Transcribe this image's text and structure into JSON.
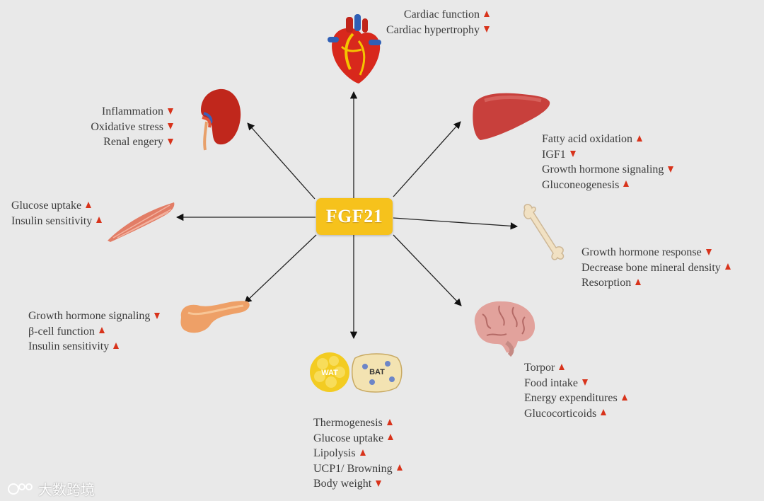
{
  "center": {
    "label": "FGF21"
  },
  "colors": {
    "center_box": "#f6c21c",
    "arrow_up": "#d8331b",
    "arrow_down": "#d8331b",
    "background": "#e9e9e9"
  },
  "groups": {
    "heart": {
      "organ": "heart-icon",
      "items": [
        {
          "text": "Cardiac function",
          "dir": "up"
        },
        {
          "text": "Cardiac hypertrophy",
          "dir": "down"
        }
      ]
    },
    "liver": {
      "organ": "liver-icon",
      "items": [
        {
          "text": "Fatty acid oxidation",
          "dir": "up"
        },
        {
          "text": "IGF1",
          "dir": "down"
        },
        {
          "text": "Growth hormone signaling",
          "dir": "down"
        },
        {
          "text": "Gluconeogenesis",
          "dir": "up"
        }
      ]
    },
    "kidney": {
      "organ": "kidney-icon",
      "items": [
        {
          "text": "Inflammation",
          "dir": "down"
        },
        {
          "text": "Oxidative stress",
          "dir": "down"
        },
        {
          "text": "Renal engery",
          "dir": "down"
        }
      ]
    },
    "muscle": {
      "organ": "muscle-icon",
      "items": [
        {
          "text": "Glucose uptake",
          "dir": "up"
        },
        {
          "text": "Insulin sensitivity",
          "dir": "up"
        }
      ]
    },
    "bone": {
      "organ": "bone-icon",
      "items": [
        {
          "text": "Growth hormone response",
          "dir": "down"
        },
        {
          "text": "Decrease bone mineral density",
          "dir": "up"
        },
        {
          "text": "Resorption",
          "dir": "up"
        }
      ]
    },
    "pancreas": {
      "organ": "pancreas-icon",
      "items": [
        {
          "text": "Growth hormone signaling",
          "dir": "down"
        },
        {
          "text": "β-cell function",
          "dir": "up"
        },
        {
          "text": "Insulin sensitivity",
          "dir": "up"
        }
      ]
    },
    "brain": {
      "organ": "brain-icon",
      "items": [
        {
          "text": "Torpor",
          "dir": "up"
        },
        {
          "text": "Food intake",
          "dir": "down"
        },
        {
          "text": "Energy expenditures",
          "dir": "up"
        },
        {
          "text": "Glucocorticoids",
          "dir": "up"
        }
      ]
    },
    "adipose": {
      "organ": "adipose-icon",
      "wat_label": "WAT",
      "bat_label": "BAT",
      "items": [
        {
          "text": "Thermogenesis",
          "dir": "up"
        },
        {
          "text": "Glucose uptake",
          "dir": "up"
        },
        {
          "text": "Lipolysis",
          "dir": "up"
        },
        {
          "text": "UCP1/ Browning",
          "dir": "up"
        },
        {
          "text": "Body weight",
          "dir": "down"
        }
      ]
    }
  },
  "watermark": {
    "text": "大数跨境"
  }
}
